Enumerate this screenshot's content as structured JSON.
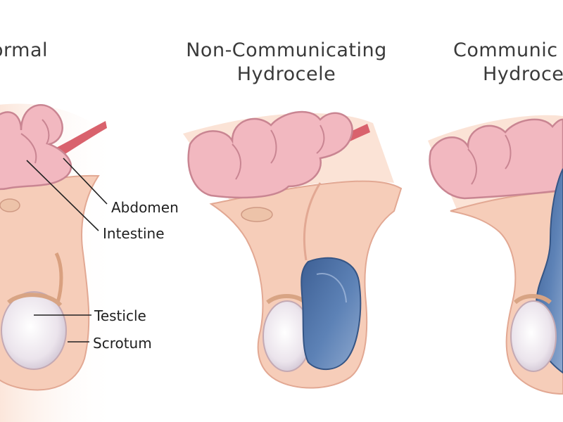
{
  "panels": [
    {
      "title_lines": [
        "ormal"
      ]
    },
    {
      "title_lines": [
        "Non-Communicating",
        "Hydrocele"
      ]
    },
    {
      "title_lines": [
        "Communic",
        "Hydroce"
      ]
    }
  ],
  "labels": {
    "abdomen": "Abdomen",
    "intestine": "Intestine",
    "testicle": "Testicle",
    "scrotum": "Scrotum"
  },
  "colors": {
    "skin": "#f6cdb9",
    "skin_outline": "#e2a893",
    "intestine": "#f2b8c0",
    "intestine_outline": "#c98592",
    "muscle": "#d9626d",
    "fluid": "#4f74a8",
    "fluid_light": "#9cb5d6",
    "testicle": "#ece6ee",
    "label_line": "#222222"
  }
}
